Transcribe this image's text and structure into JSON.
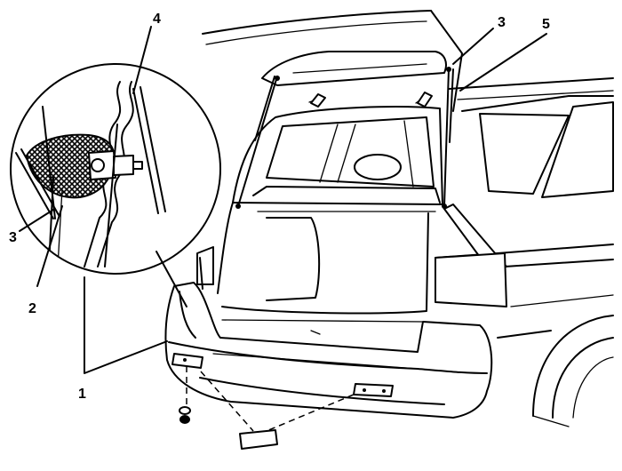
{
  "callouts": {
    "c1": "1",
    "c2": "2",
    "c3_left": "3",
    "c3_top": "3",
    "c4": "4",
    "c5": "5"
  },
  "colors": {
    "ink": "#000000",
    "paper": "#ffffff"
  },
  "icons": {
    "detail_zoom": "magnifier-circle-detail"
  }
}
